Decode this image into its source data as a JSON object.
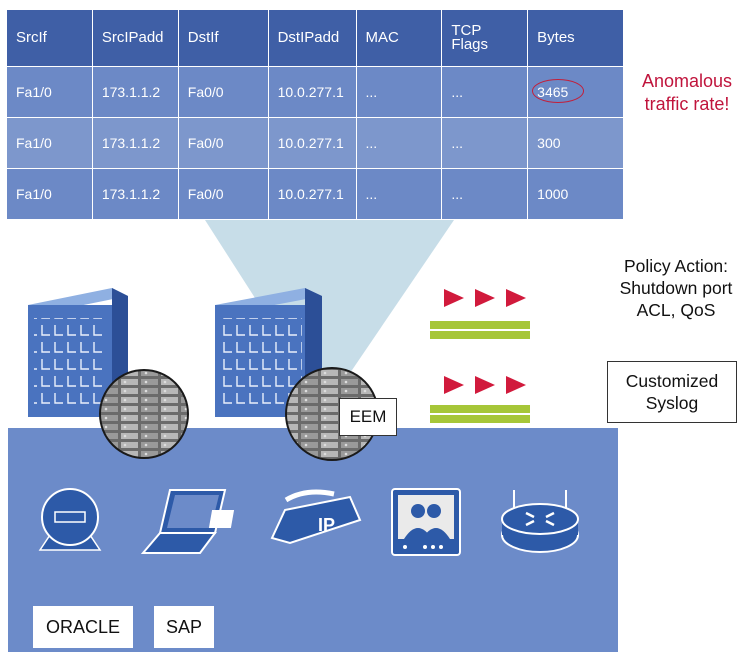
{
  "flow_table": {
    "headers": [
      "SrcIf",
      "SrcIPadd",
      "DstIf",
      "DstIPadd",
      "MAC",
      "TCP\nFlags",
      "Bytes"
    ],
    "rows": [
      [
        "Fa1/0",
        "173.1.1.2",
        "Fa0/0",
        "10.0.277.1",
        "...",
        "...",
        "3465"
      ],
      [
        "Fa1/0",
        "173.1.1.2",
        "Fa0/0",
        "10.0.277.1",
        "...",
        "...",
        "300"
      ],
      [
        "Fa1/0",
        "173.1.1.2",
        "Fa0/0",
        "10.0.277.1",
        "...",
        "...",
        "1000"
      ]
    ],
    "highlighted_cell": {
      "row": 0,
      "column": 6
    }
  },
  "callouts": {
    "anomaly": "Anomalous traffic rate!",
    "policy_action": [
      "Policy Action:",
      "Shutdown port",
      "ACL, QoS"
    ],
    "syslog": [
      "Customized",
      "Syslog"
    ]
  },
  "labels": {
    "eem": "EEM",
    "oracle": "ORACLE",
    "sap": "SAP"
  },
  "icons": [
    "building-icon",
    "switch-chassis-icon",
    "traffic-arrows-icon",
    "ip-camera-icon",
    "laptop-icon",
    "ip-phone-icon",
    "video-monitor-icon",
    "router-icon"
  ],
  "colors": {
    "table_header": "#3f5fa6",
    "table_row": "#6c89c6",
    "floor": "#6c8bc9",
    "alert": "#c0143c",
    "arrow_red": "#d11a3c",
    "link_green": "#a6c638",
    "building": "#4a73bf"
  }
}
